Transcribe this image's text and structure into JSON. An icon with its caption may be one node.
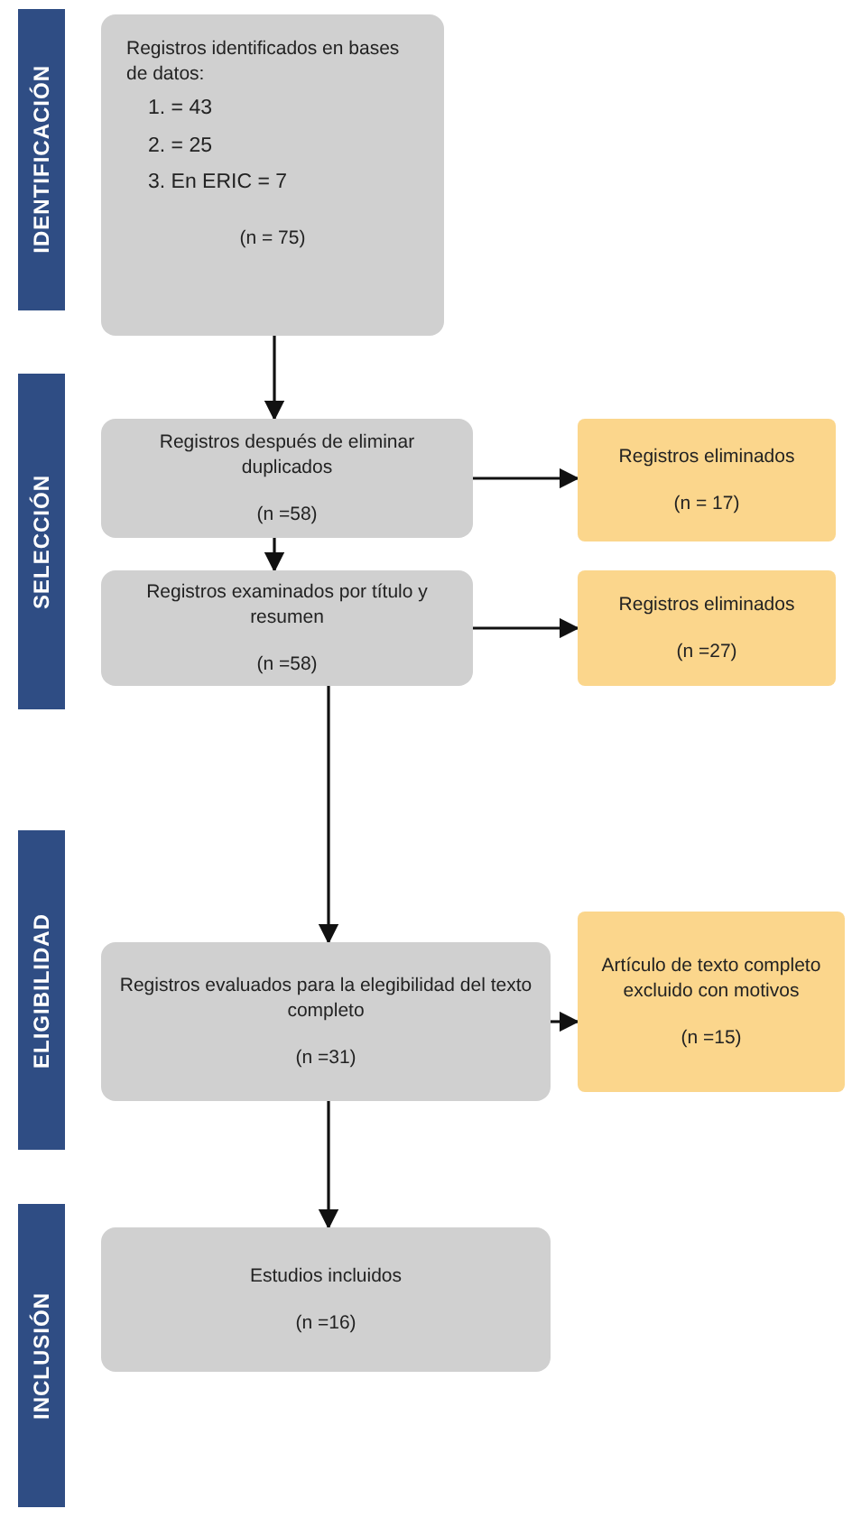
{
  "diagram": {
    "nodes": [
      {
        "text": [
          "IDENTIFICACIÓN"
        ]
      },
      {
        "text": [
          "Registros identificados en bases de datos:",
          "1. = 43",
          "2. = 25",
          "3. En ERIC = 7",
          "(n = 75)"
        ]
      },
      {
        "text": [
          "SELECCIÓN"
        ]
      },
      {
        "text": [
          "Registros después de eliminar duplicados",
          "(n =58)"
        ]
      },
      {
        "text": [
          "Registros eliminados",
          "(n = 17)"
        ]
      },
      {
        "text": [
          "Registros examinados por título y resumen",
          "(n =58)"
        ]
      },
      {
        "text": [
          "Registros eliminados",
          "(n =27)"
        ]
      },
      {
        "text": [
          "ELIGIBILIDAD"
        ]
      },
      {
        "text": [
          "Registros evaluados para la elegibilidad del texto completo",
          "(n =31)"
        ]
      },
      {
        "text": [
          "Artículo de texto completo excluido con motivos",
          "(n =15)"
        ]
      },
      {
        "text": [
          "INCLUSIÓN"
        ]
      },
      {
        "text": [
          "Estudios incluidos",
          "(n =16)"
        ]
      }
    ],
    "edges": [
      {
        "from": 1,
        "to": 3,
        "arrow": "to"
      },
      {
        "from": 3,
        "to": 4,
        "arrow": "to"
      },
      {
        "from": 3,
        "to": 5,
        "arrow": "to"
      },
      {
        "from": 5,
        "to": 6,
        "arrow": "to"
      },
      {
        "from": 5,
        "to": 8,
        "arrow": "to"
      },
      {
        "from": 8,
        "to": 9,
        "arrow": "to"
      },
      {
        "from": 8,
        "to": 11,
        "arrow": "to"
      }
    ]
  }
}
